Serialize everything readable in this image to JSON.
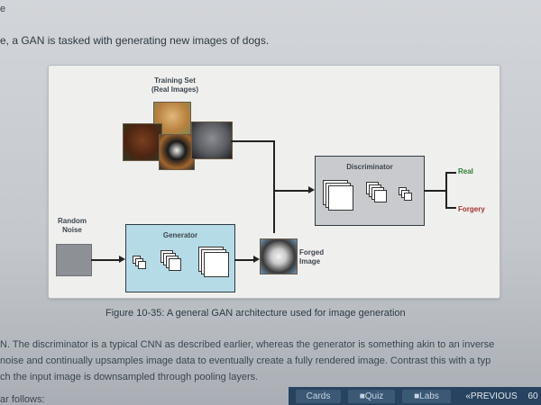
{
  "page": {
    "top_fragment": "e",
    "intro": "e, a GAN is tasked with generating new images of dogs.",
    "figure_caption": "Figure 10-35: A general GAN architecture used for image generation",
    "paragraph_lines": [
      "N. The discriminator is a typical CNN as described earlier, whereas the generator is something akin to an inverse",
      "noise and continually upsamples image data to eventually create a fully rendered image. Contrast this with a typ",
      "ch the input image is downsampled through pooling layers."
    ],
    "bottom_fragment": "ar follows:"
  },
  "diagram": {
    "training_set_label": "Training Set",
    "training_set_sublabel": "(Real Images)",
    "random_noise_label": "Random",
    "random_noise_label2": "Noise",
    "generator_label": "Generator",
    "discriminator_label": "Discriminator",
    "forged_label": "Forged",
    "forged_label2": "Image",
    "real_label": "Real",
    "forgery_label": "Forgery",
    "colors": {
      "real": "#2e7d32",
      "forgery": "#a3322d",
      "generator_fill": "#b5dbe6",
      "discriminator_fill": "#c9cacd"
    }
  },
  "nav": {
    "cards": "Cards",
    "quiz": "Quiz",
    "labs": "Labs",
    "previous": "«PREVIOUS",
    "page_number": "60"
  }
}
